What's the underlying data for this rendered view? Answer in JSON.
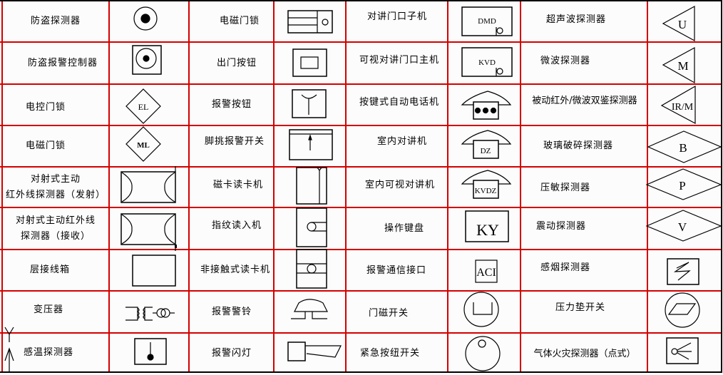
{
  "grid": {
    "line_color": "#d40000",
    "border_color": "#000000",
    "column_edges": [
      2,
      152,
      264,
      383,
      484,
      627,
      729,
      907,
      1011
    ],
    "row_edges": [
      2,
      58,
      117,
      175,
      233,
      290,
      349,
      407,
      466,
      522
    ]
  },
  "columns": [
    {
      "items": [
        {
          "label": "防盗探测器",
          "symbol": "burglar-detector-icon"
        },
        {
          "label": "防盗报警控制器",
          "symbol": "burglar-alarm-controller-icon"
        },
        {
          "label": "电控门锁",
          "symbol": "electric-door-lock-icon",
          "symbol_text": "EL"
        },
        {
          "label": "电磁门锁",
          "symbol": "magnetic-door-lock-diamond-icon",
          "symbol_text": "ML"
        },
        {
          "label": "对射式主动\n红外线探测器（发射）",
          "symbol": "ir-beam-transmitter-icon"
        },
        {
          "label": "对射式主动红外线\n探测器（接收）",
          "symbol": "ir-beam-receiver-icon"
        },
        {
          "label": "层接线箱",
          "symbol": "floor-junction-box-icon"
        },
        {
          "label": "变压器",
          "symbol": "transformer-icon"
        },
        {
          "label": "感温探测器",
          "symbol": "heat-detector-icon"
        }
      ]
    },
    {
      "items": [
        {
          "label": "电磁门锁",
          "symbol": "magnetic-door-lock-icon"
        },
        {
          "label": "出门按钮",
          "symbol": "exit-button-icon"
        },
        {
          "label": "报警按钮",
          "symbol": "alarm-button-icon"
        },
        {
          "label": "脚挑报警开关",
          "symbol": "foot-alarm-switch-icon"
        },
        {
          "label": "磁卡读卡机",
          "symbol": "magnetic-card-reader-icon"
        },
        {
          "label": "指纹读入机",
          "symbol": "fingerprint-reader-icon"
        },
        {
          "label": "非接触式读卡机",
          "symbol": "contactless-card-reader-icon"
        },
        {
          "label": "报警警铃",
          "symbol": "alarm-bell-icon"
        },
        {
          "label": "报警闪灯",
          "symbol": "alarm-strobe-icon"
        }
      ]
    },
    {
      "items": [
        {
          "label": "对讲门口子机",
          "symbol": "intercom-door-slave-icon",
          "symbol_text": "DMD"
        },
        {
          "label": "可视对讲门口主机",
          "symbol": "video-intercom-door-master-icon",
          "symbol_text": "KVD"
        },
        {
          "label": "按键式自动电话机",
          "symbol": "push-button-telephone-icon"
        },
        {
          "label": "室内对讲机",
          "symbol": "indoor-intercom-icon",
          "symbol_text": "DZ"
        },
        {
          "label": "室内可视对讲机",
          "symbol": "indoor-video-intercom-icon",
          "symbol_text": "KVDZ"
        },
        {
          "label": "操作键盘",
          "symbol": "operation-keyboard-icon",
          "symbol_text": "KY"
        },
        {
          "label": "报警通信接口",
          "symbol": "alarm-communication-interface-icon",
          "symbol_text": "ACI"
        },
        {
          "label": "门磁开关",
          "symbol": "door-magnetic-switch-icon"
        },
        {
          "label": "紧急按纽开关",
          "symbol": "emergency-button-switch-icon"
        }
      ]
    },
    {
      "items": [
        {
          "label": "超声波探测器",
          "symbol": "ultrasonic-detector-icon",
          "symbol_text": "U"
        },
        {
          "label": "微波探测器",
          "symbol": "microwave-detector-icon",
          "symbol_text": "M"
        },
        {
          "label": "被动红外/微波双鉴探测器",
          "symbol": "pir-microwave-dual-detector-icon",
          "symbol_text": "IR/M"
        },
        {
          "label": "玻璃破碎探测器",
          "symbol": "glass-break-detector-icon",
          "symbol_text": "B"
        },
        {
          "label": "压敏探测器",
          "symbol": "pressure-sensitive-detector-icon",
          "symbol_text": "P"
        },
        {
          "label": "震动探测器",
          "symbol": "vibration-detector-icon",
          "symbol_text": "V"
        },
        {
          "label": "感烟探测器",
          "symbol": "smoke-detector-icon"
        },
        {
          "label": "压力垫开关",
          "symbol": "pressure-mat-switch-icon"
        },
        {
          "label": "气体火灾探测器（点式）",
          "symbol": "gas-fire-detector-point-icon"
        }
      ]
    }
  ]
}
